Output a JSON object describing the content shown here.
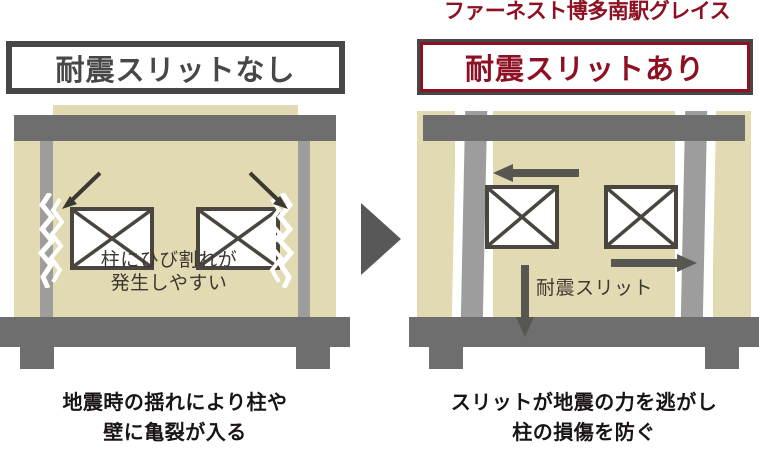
{
  "watermark": {
    "text": "ファーネスト博多南駅グレイス",
    "color": "#8d1023"
  },
  "colors": {
    "beam_gray": "#6e6e6e",
    "column_gray": "#9d9d9d",
    "wall_beige": "#e2dab2",
    "outline_dark": "#474747",
    "accent_red": "#8d1023",
    "window_white": "#ffffff",
    "caption_black": "#1a1412"
  },
  "left_panel": {
    "title": "耐震スリットなし",
    "title_border_color": "#474747",
    "title_text_color": "#474747",
    "annotation": "柱にひび割れが\n発生しやすい",
    "annotation_line1": "柱にひび割れが",
    "annotation_line2": "発生しやすい",
    "arrows": [
      "diagonal-down-left-arrow",
      "diagonal-down-right-arrow"
    ],
    "crack_marks": 2,
    "windows": 2,
    "caption": "地震時の揺れにより柱や\n壁に亀裂が入る"
  },
  "right_panel": {
    "title": "耐震スリットあり",
    "title_border_color": "#474747",
    "title_accent_color": "#8d1023",
    "title_text_color": "#8d1023",
    "annotation": "耐震スリット",
    "arrows": [
      "left-arrow",
      "right-arrow",
      "down-arrow"
    ],
    "slits": 2,
    "windows": 2,
    "caption": "スリットが地震の力を逃がし\n柱の損傷を防ぐ"
  },
  "transition": {
    "icon": "right-triangle-arrow",
    "color": "#585858"
  }
}
